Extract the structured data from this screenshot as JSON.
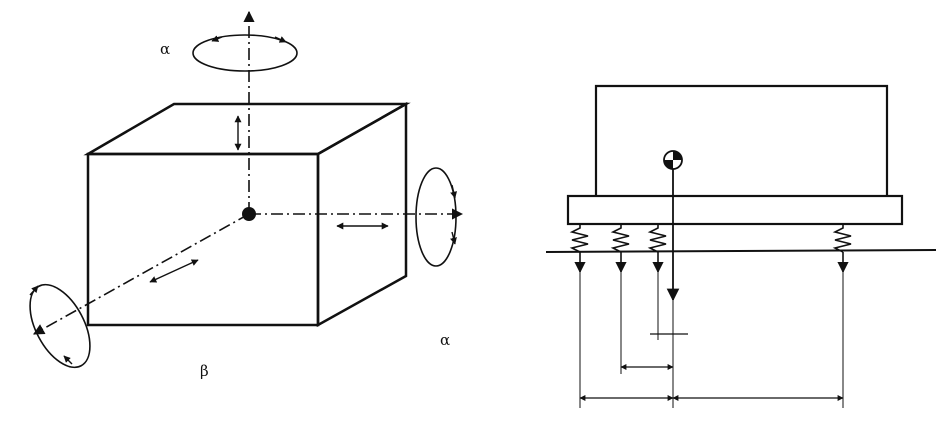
{
  "figure": {
    "background": "#ffffff",
    "ink_color": "#111111",
    "left_diagram": {
      "labels": {
        "alpha_top": "α",
        "alpha_right": "α",
        "beta_bottom": "β"
      }
    },
    "right_diagram": {
      "labels": {}
    }
  }
}
